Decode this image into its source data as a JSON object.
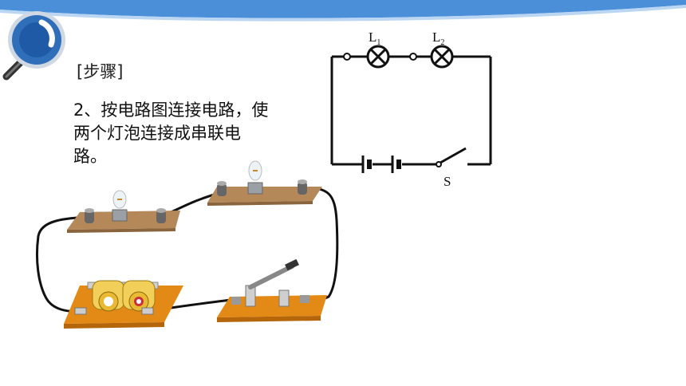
{
  "slide": {
    "step_title": "[步骤]",
    "step_text": "2、按电路图连接电路，使两个灯泡连接成串联电路。"
  },
  "schematic": {
    "lamp1": {
      "letter": "L",
      "sub": "1"
    },
    "lamp2": {
      "letter": "L",
      "sub": "2"
    },
    "switch_label": "S"
  },
  "icons": {
    "logo": "magnifier-icon",
    "lamp": "lamp-icon",
    "battery": "battery-icon",
    "switch": "switch-icon"
  },
  "colors": {
    "header_blue": "#4a8fd8",
    "logo_ring": "#2f6fba",
    "board_brown": "#b48858",
    "base_orange": "#e38a16",
    "wire": "#111111"
  }
}
